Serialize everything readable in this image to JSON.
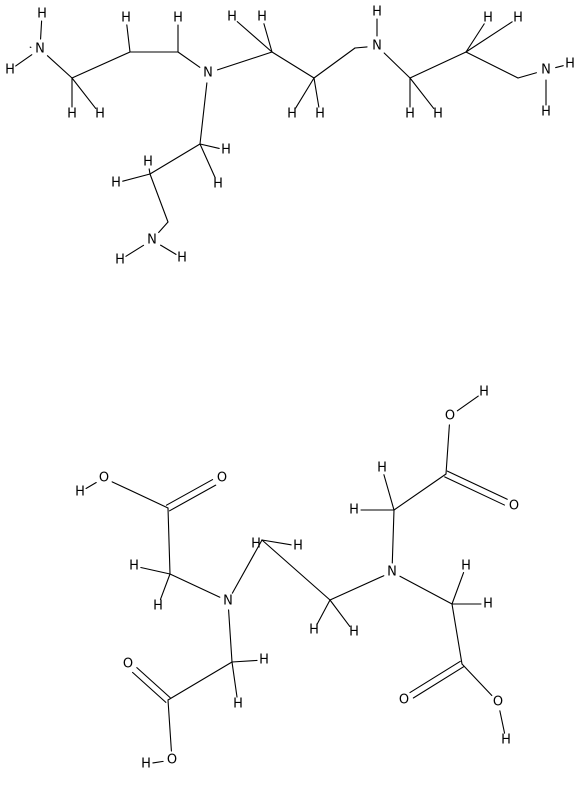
{
  "molecules": [
    {
      "atoms": [
        {
          "l": "H"
        },
        {
          "l": "N"
        },
        {
          "l": "H"
        },
        {
          "l": "H"
        },
        {
          "l": "H"
        },
        {
          "l": "H"
        },
        {
          "l": "H"
        },
        {
          "l": "N"
        },
        {
          "l": "H"
        },
        {
          "l": "H"
        },
        {
          "l": "H"
        },
        {
          "l": "H"
        },
        {
          "l": "H"
        },
        {
          "l": "N"
        },
        {
          "l": "H"
        },
        {
          "l": "H"
        },
        {
          "l": "H"
        },
        {
          "l": "H"
        },
        {
          "l": "N"
        },
        {
          "l": "H"
        },
        {
          "l": "H"
        },
        {
          "l": "H"
        },
        {
          "l": "H"
        },
        {
          "l": "H"
        },
        {
          "l": "N"
        },
        {
          "l": "H"
        },
        {
          "l": "H"
        }
      ]
    },
    {
      "atoms": [
        {
          "l": "H"
        },
        {
          "l": "O"
        },
        {
          "l": "O"
        },
        {
          "l": "H"
        },
        {
          "l": "O"
        },
        {
          "l": "O"
        },
        {
          "l": "H"
        },
        {
          "l": "H"
        },
        {
          "l": "H"
        },
        {
          "l": "N"
        },
        {
          "l": "H"
        },
        {
          "l": "H"
        },
        {
          "l": "N"
        },
        {
          "l": "H"
        },
        {
          "l": "H"
        },
        {
          "l": "O"
        },
        {
          "l": "H"
        },
        {
          "l": "H"
        },
        {
          "l": "O"
        },
        {
          "l": "H"
        },
        {
          "l": "O"
        },
        {
          "l": "H"
        }
      ]
    }
  ]
}
